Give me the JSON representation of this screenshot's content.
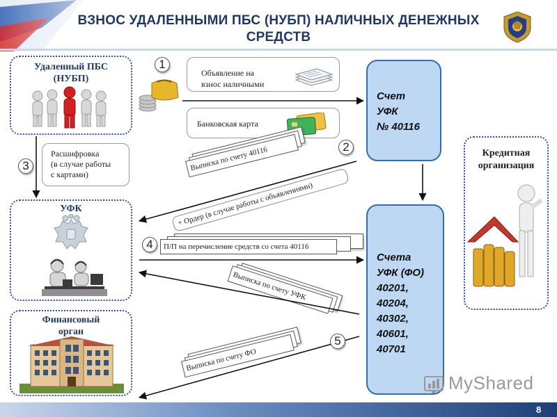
{
  "header": {
    "title_line1": "ВЗНОС УДАЛЕННЫМИ ПБС (НУБП) НАЛИЧНЫХ ДЕНЕЖНЫХ",
    "title_line2": "СРЕДСТВ"
  },
  "nodes": {
    "remote_pbs_line1": "Удаленный ПБС",
    "remote_pbs_line2": "(НУБП)",
    "ufk": "УФК",
    "fin_organ_line1": "Финансовый",
    "fin_organ_line2": "орган",
    "credit_org_line1": "Кредитная",
    "credit_org_line2": "организация"
  },
  "accounts": {
    "upper": [
      "Счет",
      "УФК",
      "№ 40116"
    ],
    "lower": [
      "Счета",
      "УФК (ФО)",
      "40201,",
      "40204,",
      "40302,",
      "40601,",
      "40701"
    ]
  },
  "documents": {
    "announcement_line1": "Объявление на",
    "announcement_line2": "взнос наличными",
    "bank_card": "Банковская карта",
    "decoding_line1": "Расшифровка",
    "decoding_line2": "(в случае работы",
    "decoding_line3": "с картами)",
    "statement_40116": "Выписка по счету 40116",
    "order_note": "+ Ордер (в случае работы с объявлениями)",
    "payment_order": "П/П на перечисление средств со счета 40116",
    "statement_ufk": "Выписка по счету УФК",
    "statement_fo": "Выписка по счету ФО"
  },
  "steps": [
    "1",
    "2",
    "3",
    "4",
    "5"
  ],
  "footer": {
    "page_number": "8",
    "watermark": "MyShared"
  },
  "colors": {
    "title": "#1f3864",
    "box_border": "#2b4f9b",
    "account_fill": "#bed7f3",
    "account_border": "#2e6db4",
    "footer_bar": "#1f3f7a"
  },
  "icons": [
    "people-group-icon",
    "wallet-coins-icon",
    "papers-icon",
    "bank-cards-icon",
    "russian-emblem-icon",
    "operators-icon",
    "building-icon",
    "coins-house-icon",
    "treasury-logo-icon"
  ]
}
